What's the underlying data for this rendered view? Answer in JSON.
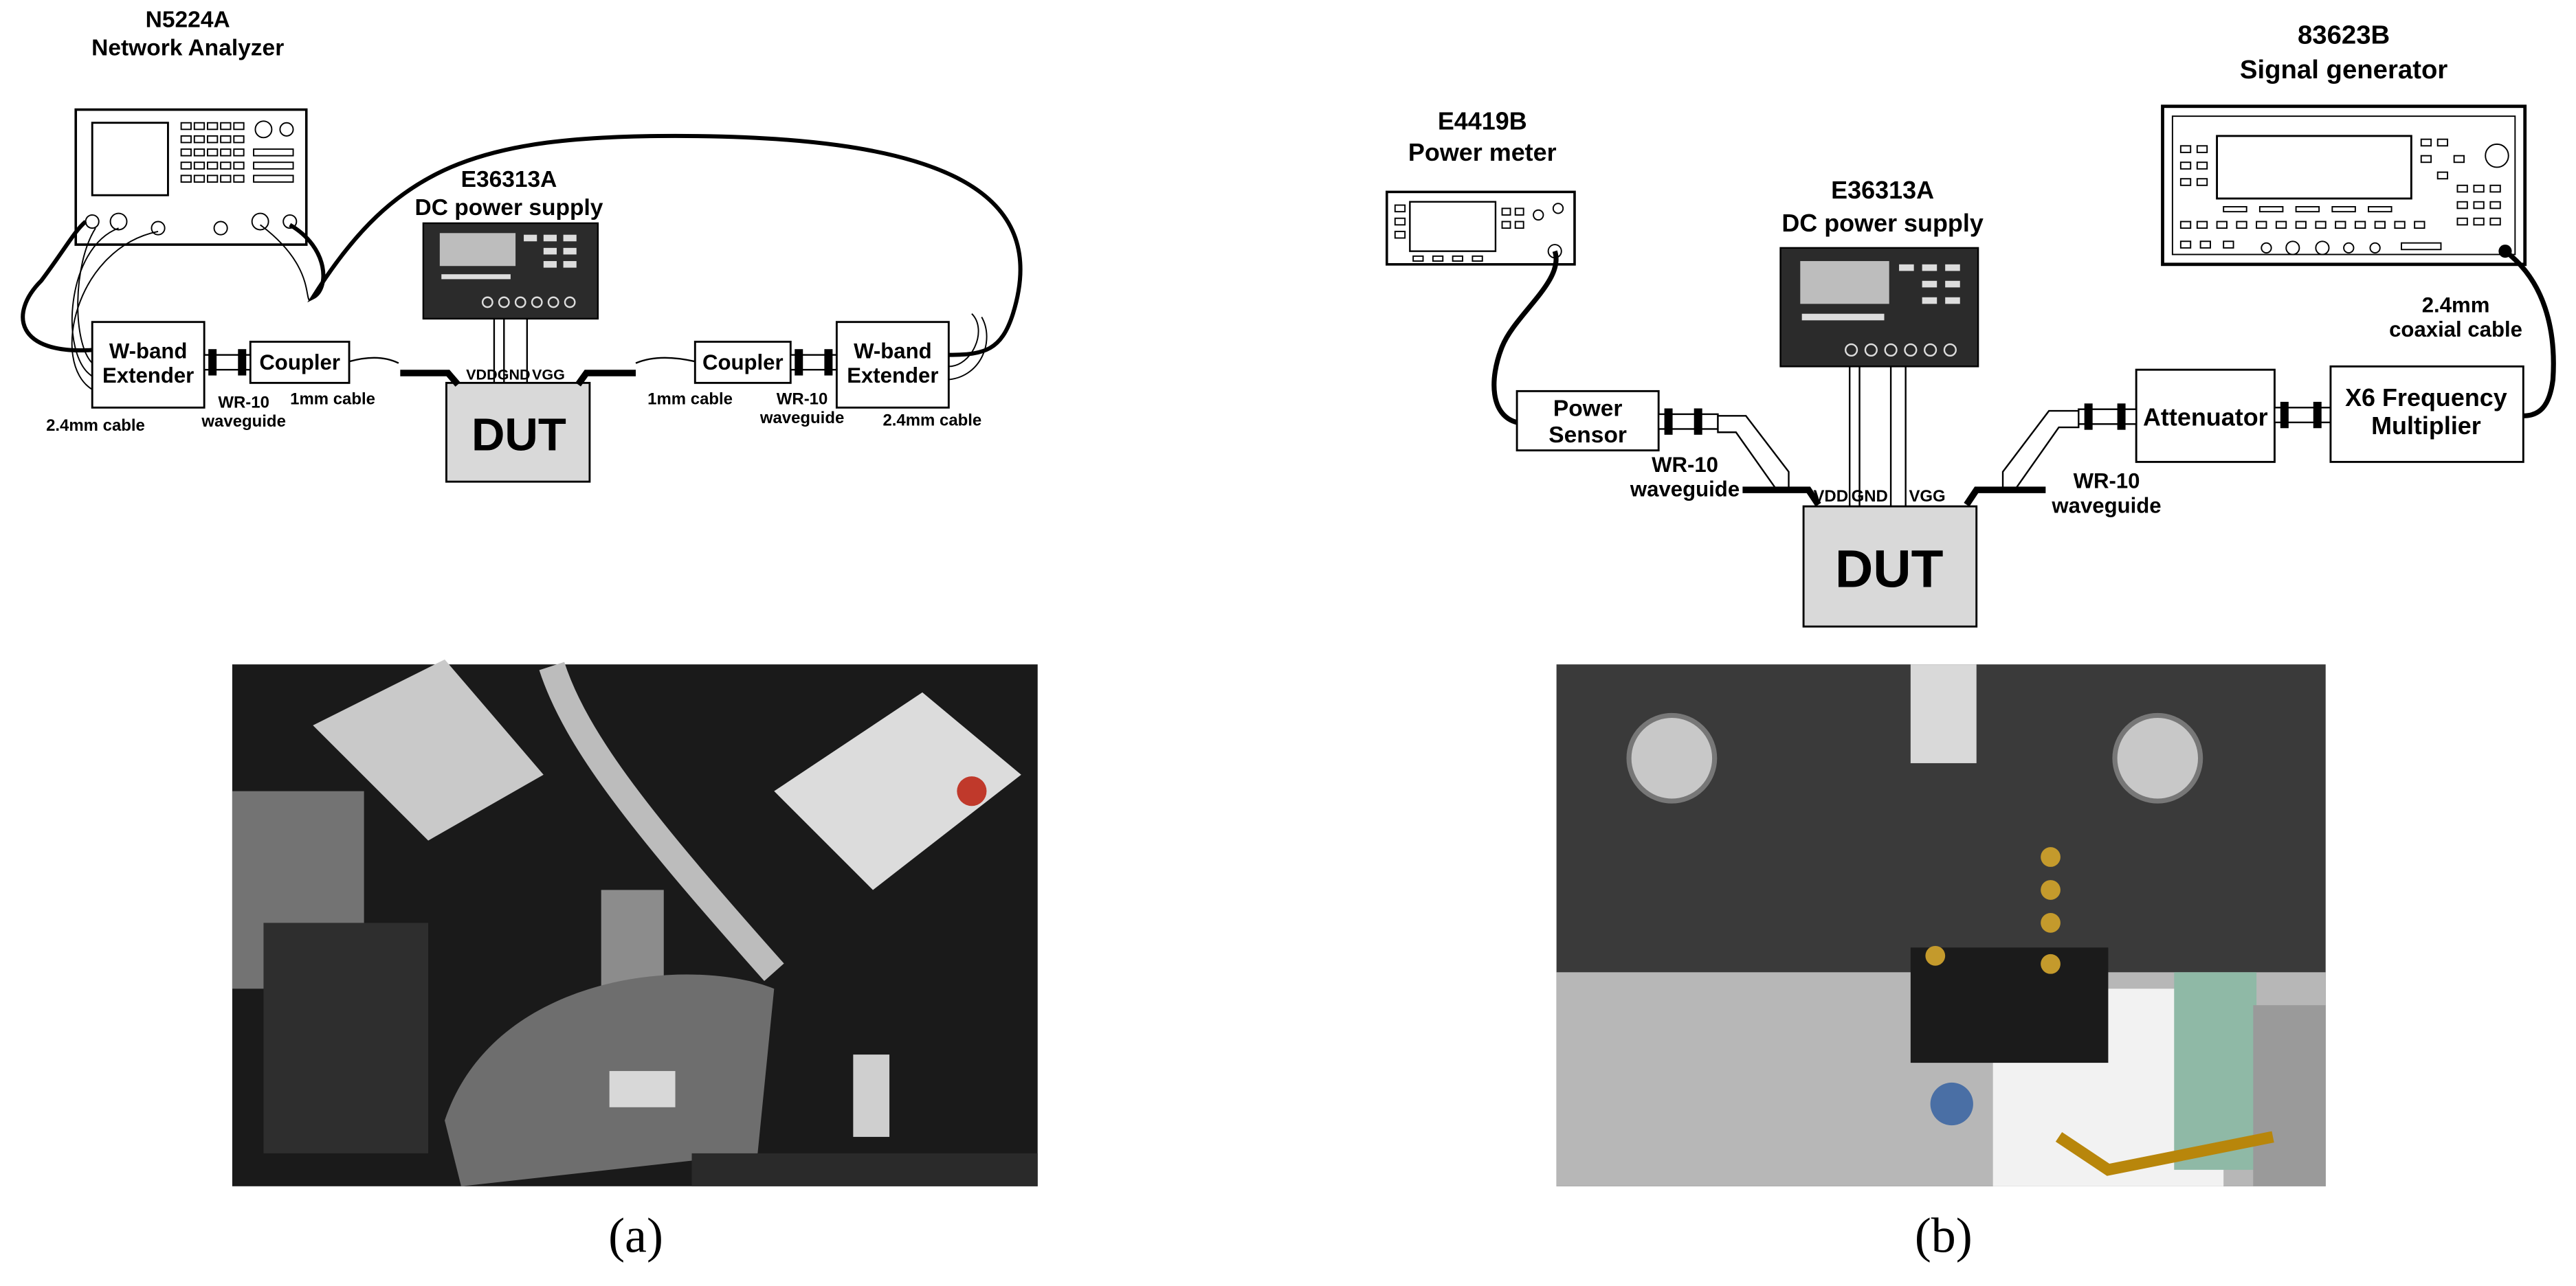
{
  "panel_a": {
    "network_analyzer": {
      "model": "N5224A",
      "name": "Network Analyzer"
    },
    "dc_supply": {
      "model": "E36313A",
      "name": "DC power supply"
    },
    "left_extender": "W-band\nExtender",
    "right_extender": "W-band\nExtender",
    "left_coupler": "Coupler",
    "right_coupler": "Coupler",
    "dut": "DUT",
    "pins": {
      "vdd": "VDD",
      "gnd": "GND",
      "vgg": "VGG"
    },
    "cable_2_4mm_left": "2.4mm cable",
    "cable_2_4mm_right": "2.4mm cable",
    "cable_1mm_left": "1mm cable",
    "cable_1mm_right": "1mm cable",
    "waveguide_left": "WR-10\nwaveguide",
    "waveguide_right": "WR-10\nwaveguide",
    "caption": "(a)"
  },
  "panel_b": {
    "power_meter": {
      "model": "E4419B",
      "name": "Power meter"
    },
    "dc_supply": {
      "model": "E36313A",
      "name": "DC power supply"
    },
    "signal_generator": {
      "model": "83623B",
      "name": "Signal generator"
    },
    "power_sensor": "Power\nSensor",
    "attenuator": "Attenuator",
    "multiplier": "X6 Frequency\nMultiplier",
    "dut": "DUT",
    "pins": {
      "vdd": "VDD",
      "gnd": "GND",
      "vgg": "VGG"
    },
    "waveguide_left": "WR-10\nwaveguide",
    "waveguide_right": "WR-10\nwaveguide",
    "coax": "2.4mm\ncoaxial cable",
    "caption": "(b)"
  },
  "colors": {
    "line": "#000000",
    "dut_fill": "#d9d9d9",
    "instrument_dark": "#2b2b2b",
    "screen": "#bdbdbd"
  }
}
